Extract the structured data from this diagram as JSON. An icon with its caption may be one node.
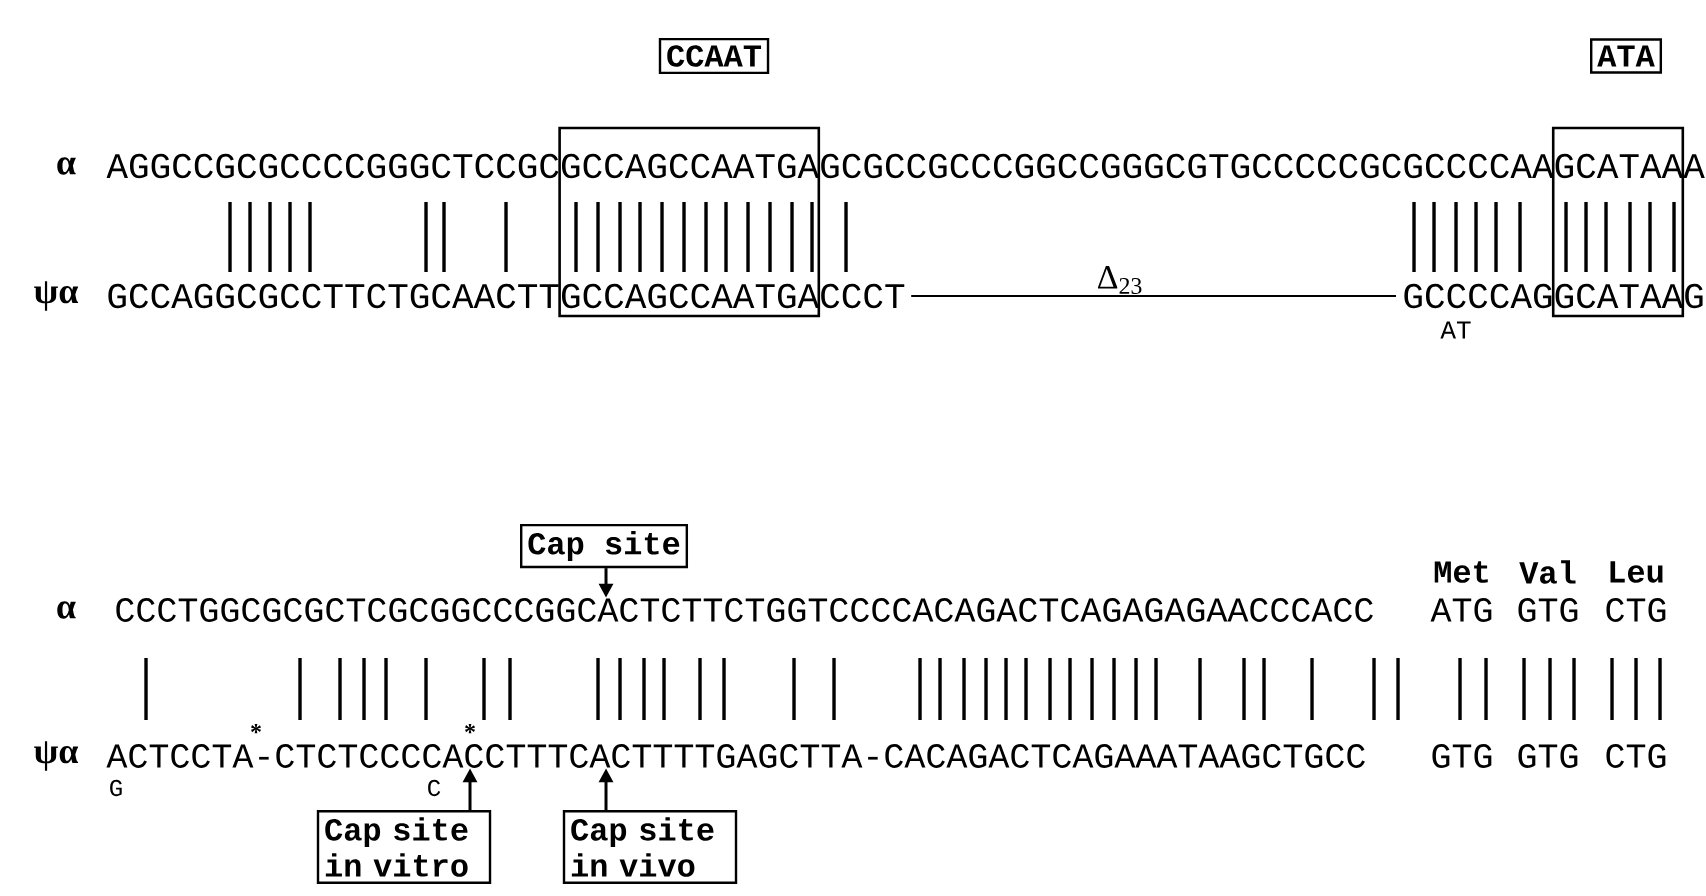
{
  "diagram": {
    "nodes": [
      {
        "text": [
          "CCAAT"
        ]
      },
      {
        "text": [
          "ATA"
        ]
      },
      {
        "text": [
          "Cap site"
        ]
      },
      {
        "text": [
          "CCCTGGCGCGCTCGCGGCCCGGCACTCTTCTGGTCCCCACAGACTCAGAGAGAACCCACC"
        ]
      },
      {
        "text": [
          "ACTCCTA-CTCTCCCCACCTTTCACTTTTGAGCTTA-CACAGACTCAGAAATAAGCTGCC"
        ]
      },
      {
        "text": [
          "Cap site in vitro"
        ]
      },
      {
        "text": [
          "Cap site in vivo"
        ]
      }
    ],
    "edges": [
      {
        "from": 2,
        "to": 3,
        "arrow": "to"
      },
      {
        "from": 5,
        "to": 4,
        "arrow": "to"
      },
      {
        "from": 6,
        "to": 4,
        "arrow": "to"
      }
    ],
    "labels": [
      "α",
      "AGGCCGCGCCCCGGGCTCCGCGCCAGCCAATGAGCGCCGCCCGGCCGGGCGTGCCCCCGCGCCCCAAGCATAAA",
      "ψα",
      "GCCAGGCGCCTTCTGCAACTTGCCAGCCAATGACCCT",
      "Δ$_{23}$",
      "GCCCCAGGCATAAG",
      "AT",
      "Met",
      "Val",
      "Leu",
      "α",
      "ATG",
      "GTG",
      "CTG",
      "*",
      "*",
      "ψα",
      "GTG",
      "GTG",
      "CTG",
      "G",
      "C"
    ]
  }
}
